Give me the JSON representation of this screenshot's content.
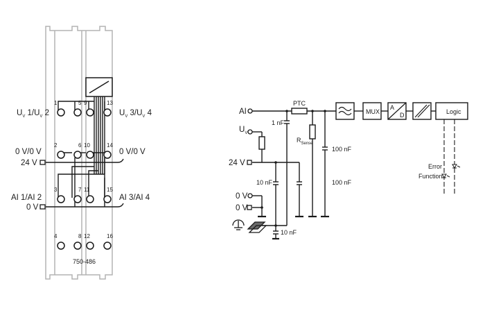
{
  "module": {
    "part_number": "750-486",
    "terminals": [
      "1",
      "2",
      "3",
      "4",
      "5",
      "6",
      "7",
      "8",
      "9",
      "10",
      "11",
      "12",
      "13",
      "14",
      "15",
      "16"
    ],
    "left_labels": {
      "uv_main": "U",
      "uv_sub1": "V",
      "uv_mid": " 1/U",
      "uv_sub2": "V",
      "uv_end": " 2",
      "zero": "0 V/0 V",
      "p24": "24 V",
      "ai": "AI 1/AI 2",
      "ov": "0 V"
    },
    "right_labels": {
      "uv_main": "U",
      "uv_sub1": "V",
      "uv_mid": " 3/U",
      "uv_sub2": "V",
      "uv_end": " 4",
      "zero": "0 V/0 V",
      "ai": "AI 3/AI 4"
    }
  },
  "schematic": {
    "ai": "AI",
    "uv": "U",
    "uv_sub": "V",
    "p24": "24 V",
    "zero1": "0 V",
    "zero2": "0 V",
    "ptc": "PTC",
    "c1": "1 nF",
    "r_sense": "R",
    "r_sense_sub": "Sense",
    "c100a": "100 nF",
    "c100b": "100 nF",
    "c10a": "10 nF",
    "c10b": "10 nF",
    "mux": "MUX",
    "ad_a": "A",
    "ad_d": "D",
    "logic": "Logic",
    "error": "Error",
    "function": "Function"
  },
  "colors": {
    "line": "#1a1a1a",
    "rail": "#b4b4b4",
    "ptc_fill": "#ffffff"
  }
}
